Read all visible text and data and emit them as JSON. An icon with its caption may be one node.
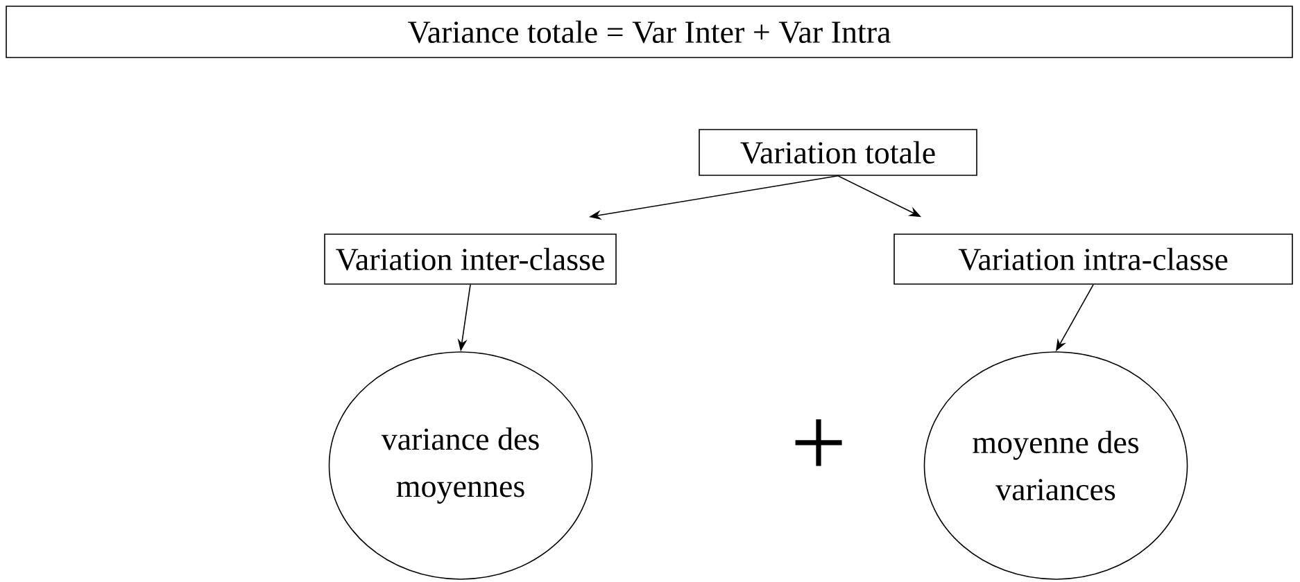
{
  "diagram": {
    "nodes": [
      {
        "text": [
          "Variance totale = Var Inter + Var Intra"
        ]
      },
      {
        "text": [
          "Variation totale"
        ]
      },
      {
        "text": [
          "Variation inter-classe"
        ]
      },
      {
        "text": [
          "Variation intra-classe"
        ]
      },
      {
        "text": [
          "variance des moyennes"
        ]
      },
      {
        "text": [
          "moyenne des variances"
        ]
      }
    ],
    "edges": [
      {
        "from": 1,
        "to": 2,
        "arrow": "to"
      },
      {
        "from": 1,
        "to": 3,
        "arrow": "to"
      },
      {
        "from": 2,
        "to": 4,
        "arrow": "to"
      },
      {
        "from": 3,
        "to": 5,
        "arrow": "to"
      }
    ],
    "labels": [
      "+"
    ]
  }
}
